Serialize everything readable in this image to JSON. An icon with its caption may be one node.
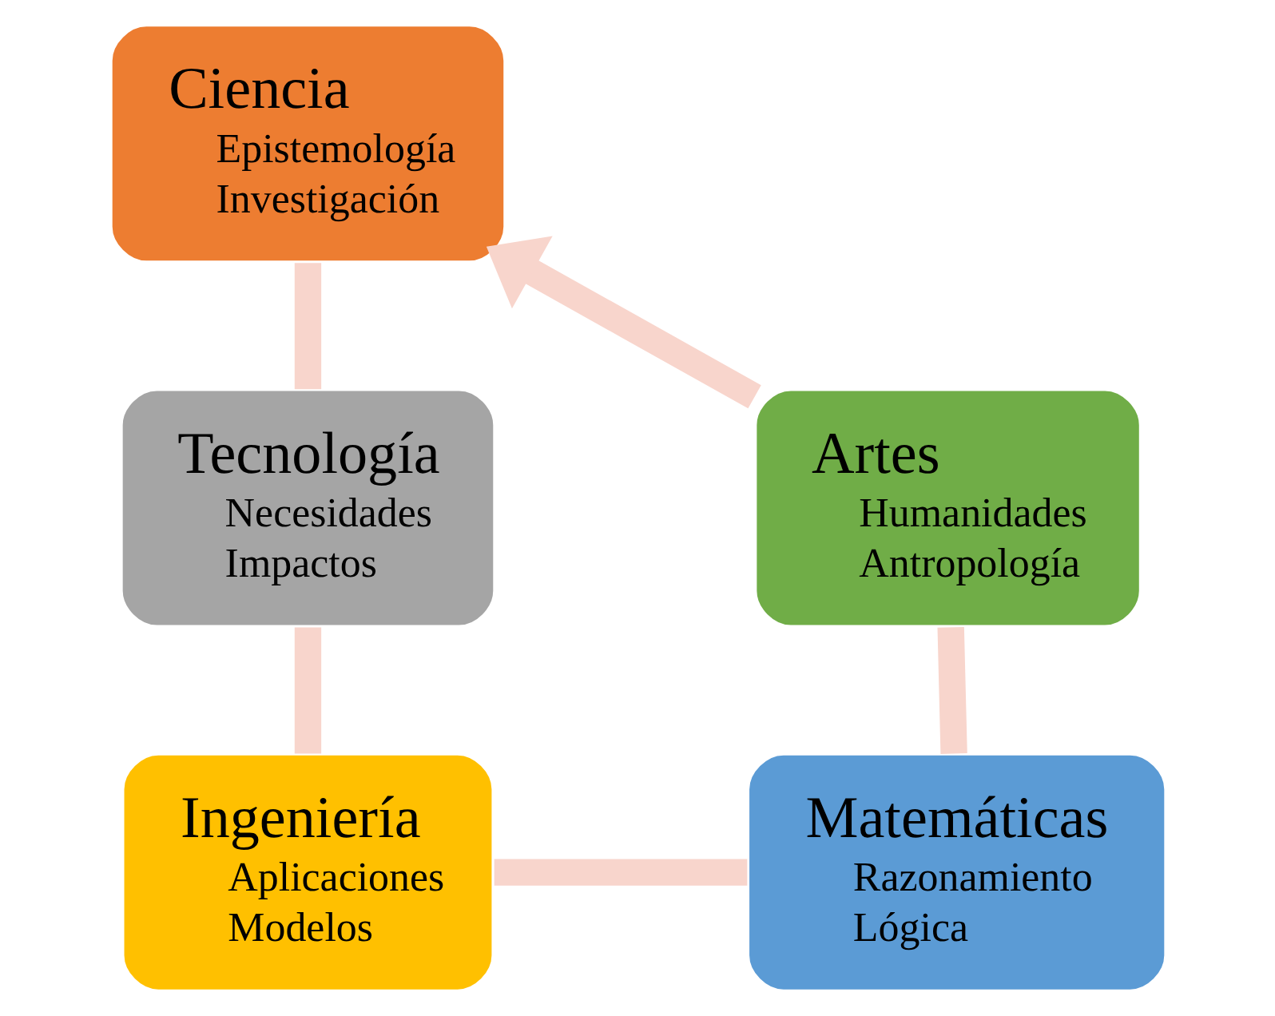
{
  "diagram": {
    "nodes": [
      {
        "text": [
          "Ciencia",
          "Epistemología",
          "Investigación"
        ]
      },
      {
        "text": [
          "Artes",
          "Humanidades",
          "Antropología"
        ]
      },
      {
        "text": [
          "Tecnología",
          "Necesidades",
          "Impactos"
        ]
      },
      {
        "text": [
          "Matemáticas",
          "Razonamiento",
          "Lógica"
        ]
      },
      {
        "text": [
          "Ingeniería",
          "Aplicaciones",
          "Modelos"
        ]
      }
    ],
    "edges": [
      {
        "from": 0,
        "to": 2,
        "arrow": "none"
      },
      {
        "from": 2,
        "to": 4,
        "arrow": "none"
      },
      {
        "from": 4,
        "to": 3,
        "arrow": "none"
      },
      {
        "from": 3,
        "to": 1,
        "arrow": "none"
      },
      {
        "from": 1,
        "to": 0,
        "arrow": "to"
      }
    ]
  }
}
